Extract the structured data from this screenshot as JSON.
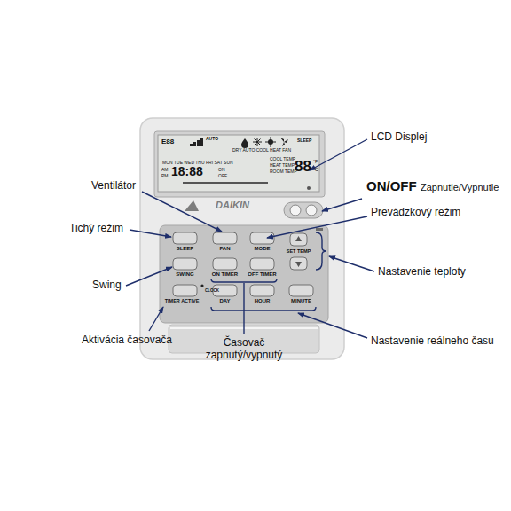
{
  "diagram": {
    "labels": [
      "LCD Displej",
      "ON/OFF",
      "Zapnutie/Vypnutie",
      "Ventilátor",
      "Prevádzkový režim",
      "Tichý režim",
      "Swing",
      "Nastavenie teploty",
      "Aktivácia časovača",
      "Časovač zapnutý/vypnutý",
      "Nastavenie reálneho času",
      "SLEEP",
      "FAN",
      "MODE",
      "SET TEMP",
      "SWING",
      "ON TIMER",
      "OFF TIMER",
      "TIMER ACTIVE",
      "CLOCK",
      "DAY",
      "HOUR",
      "MINUTE",
      "DAIKIN",
      "E88",
      "AUTO",
      "SLEEP",
      "MON TUE WED THU FRI SAT SUN",
      "COOL TEMP",
      "HEAT TEMP",
      "ROOM TEMP",
      "DRY AUTO COOL HEAT FAN",
      "AM",
      "PM",
      "18:88",
      "ON",
      "OFF",
      "88",
      "°F",
      "°C"
    ]
  }
}
